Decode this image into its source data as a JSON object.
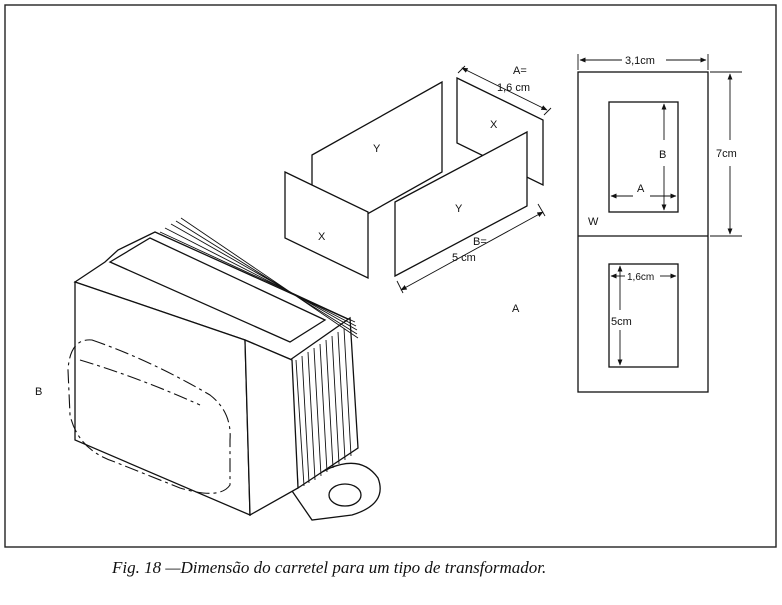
{
  "labels": {
    "top_width": "3,1cm",
    "a_dim": "A=",
    "a_dim_value": "1,6 cm",
    "b_dim": "B=",
    "b_dim_value": "5 cm",
    "height": "7cm",
    "b_inner": "B",
    "a_inner": "A",
    "w_label": "W",
    "inner_width": "1,6cm",
    "inner_height": "5cm",
    "part_a": "A",
    "part_b": "B",
    "x_front": "X",
    "x_back": "X",
    "y_front": "Y",
    "y_back": "Y"
  },
  "caption": "Fig. 18 —Dimensão do carretel para um tipo de transformador."
}
